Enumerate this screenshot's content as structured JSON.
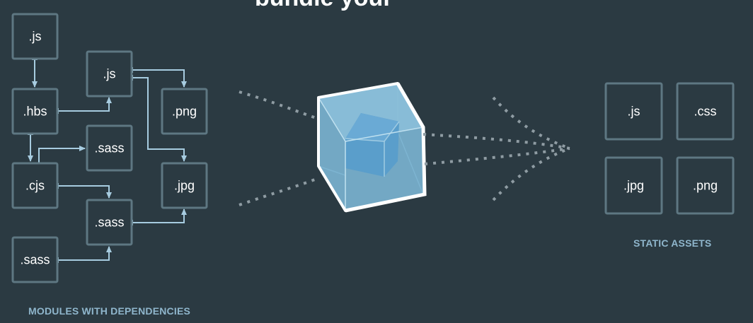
{
  "title_fragment": "bundle your",
  "colors": {
    "background": "#2b3a42",
    "box_border": "#5e7782",
    "arrow": "#a7cce0",
    "dotted_line": "#8f9ca3",
    "cube_outer": "#7ab2cf",
    "cube_inner": "#5a9ecb",
    "label": "#8fb6cc"
  },
  "modules": {
    "nodes": [
      {
        "id": "js1",
        "label": ".js"
      },
      {
        "id": "js2",
        "label": ".js"
      },
      {
        "id": "hbs",
        "label": ".hbs"
      },
      {
        "id": "png",
        "label": ".png"
      },
      {
        "id": "sass1",
        "label": ".sass"
      },
      {
        "id": "cjs",
        "label": ".cjs"
      },
      {
        "id": "jpg",
        "label": ".jpg"
      },
      {
        "id": "sass2",
        "label": ".sass"
      },
      {
        "id": "sass3",
        "label": ".sass"
      }
    ],
    "edges": [
      {
        "from": "js1",
        "to": "hbs"
      },
      {
        "from": "hbs",
        "to": "js2"
      },
      {
        "from": "js2",
        "to": "png"
      },
      {
        "from": "js2",
        "to": "jpg"
      },
      {
        "from": "hbs",
        "to": "cjs"
      },
      {
        "from": "cjs",
        "to": "sass1"
      },
      {
        "from": "cjs",
        "to": "sass2"
      },
      {
        "from": "sass2",
        "to": "jpg"
      },
      {
        "from": "sass3",
        "to": "sass2"
      }
    ],
    "caption": "MODULES WITH DEPENDENCIES"
  },
  "bundler": {
    "icon": "cube-icon"
  },
  "assets": {
    "items": [
      {
        "id": "out-js",
        "label": ".js"
      },
      {
        "id": "out-css",
        "label": ".css"
      },
      {
        "id": "out-jpg",
        "label": ".jpg"
      },
      {
        "id": "out-png",
        "label": ".png"
      }
    ],
    "caption": "STATIC ASSETS"
  }
}
